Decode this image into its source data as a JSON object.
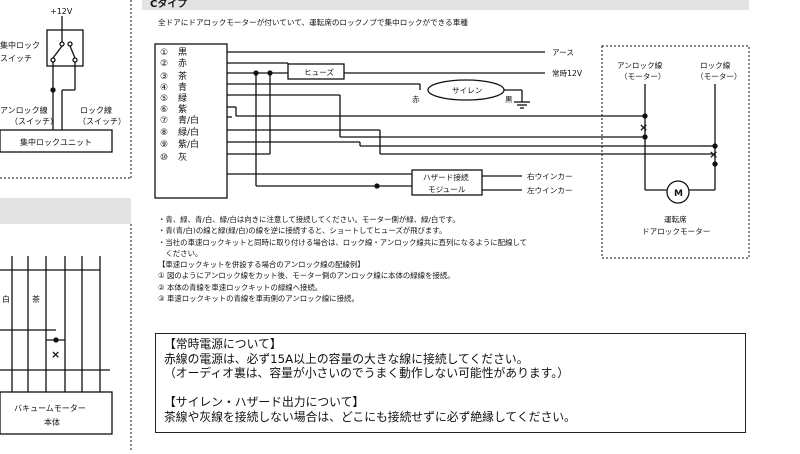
{
  "header": {
    "title_partial": "Cタイプ",
    "subtitle": "全ドアにドアロックモーターが付いていて、運転席のロックノブで集中ロックができる車種"
  },
  "left_top": {
    "power": "+12V",
    "switch_label": [
      "集中ロック",
      "スイッチ"
    ],
    "unlock_wire_label": [
      "アンロック線",
      "（スイッチ）"
    ],
    "lock_wire_label": [
      "ロック線",
      "（スイッチ）"
    ],
    "unit_label": "集中ロックユニット"
  },
  "left_bottom": {
    "wire_labels": [
      "白",
      "茶"
    ],
    "motor_label": [
      "バキュームモーター",
      "本体"
    ]
  },
  "connector": {
    "pins": [
      {
        "num": "①",
        "color": "黒"
      },
      {
        "num": "②",
        "color": "赤"
      },
      {
        "num": "③",
        "color": "茶"
      },
      {
        "num": "④",
        "color": "青"
      },
      {
        "num": "⑤",
        "color": "緑"
      },
      {
        "num": "⑥",
        "color": "紫"
      },
      {
        "num": "⑦",
        "color": "青/白"
      },
      {
        "num": "⑧",
        "color": "緑/白"
      },
      {
        "num": "⑨",
        "color": "紫/白"
      },
      {
        "num": "⑩",
        "color": "灰"
      }
    ]
  },
  "components": {
    "fuse": "ヒューズ",
    "siren": "サイレン",
    "red": "赤",
    "black": "黒",
    "ground": "アース",
    "constant12v": "常時12V",
    "hazard_module": [
      "ハザード接続",
      "モジュール"
    ],
    "right_winker": "右ウインカー",
    "left_winker": "左ウインカー"
  },
  "right": {
    "unlock_motor": [
      "アンロック線",
      "（モーター）"
    ],
    "lock_motor": [
      "ロック線",
      "（モーター）"
    ],
    "motor_symbol": "M",
    "driver_door_motor": [
      "運転席",
      "ドアロックモーター"
    ]
  },
  "notes": [
    "・青、緑、青/白、緑/白は向きに注意して接続してください。モーター側が緑、緑/白です。",
    "・青(青/白)の線と緑(緑/白)の線を逆に接続すると、ショートしてヒューズが飛びます。",
    "・当社の車速ロックキットと同時に取り付ける場合は、ロック線・アンロック線共に直列になるように配線して",
    "　ください。",
    "【車速ロックキットを併設する場合のアンロック線の配線例】",
    "①  図のようにアンロック線をカット後、モーター側のアンロック線に本体の緑線を接続。",
    "②  本体の青線を車速ロックキットの緑線へ接続。",
    "③  車速ロックキットの青線を車両側のアンロック線に接続。"
  ],
  "info_box": {
    "h1": "【常時電源について】",
    "l1": "赤線の電源は、必ず15A以上の容量の大きな線に接続してください。",
    "l2": "（オーディオ裏は、容量が小さいのでうまく動作しない可能性があります。）",
    "h2": "【サイレン・ハザード出力について】",
    "l3": "茶線や灰線を接続しない場合は、どこにも接続せずに必ず絶縁してください。"
  }
}
